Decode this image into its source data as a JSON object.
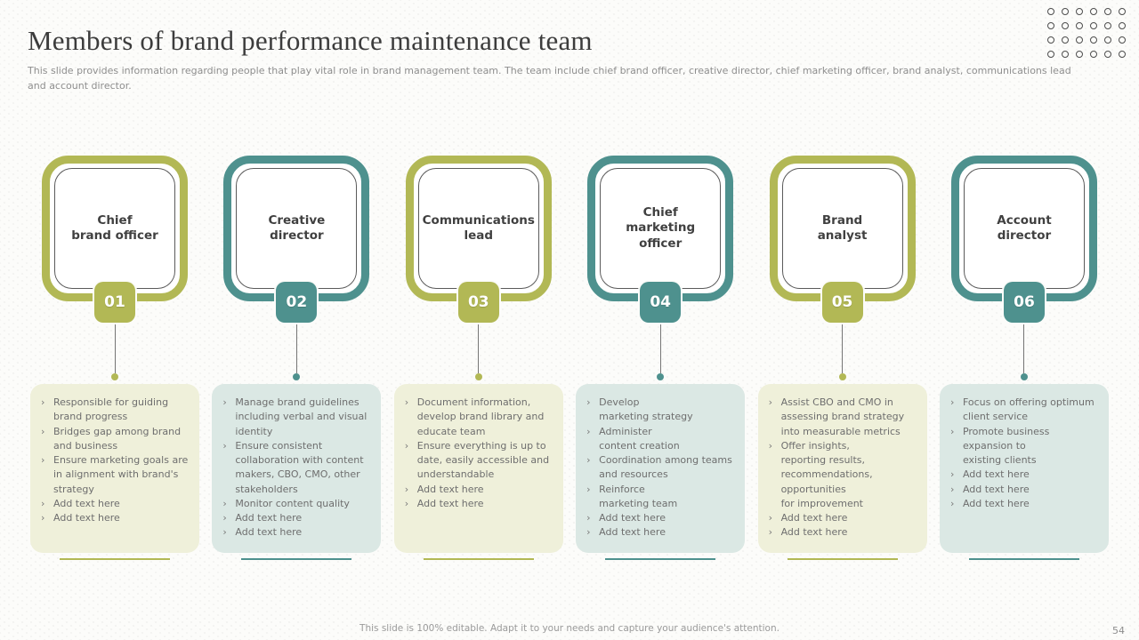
{
  "slide": {
    "title": "Members of brand performance maintenance team",
    "subtitle": "This slide provides information regarding people that play vital role in brand management team. The team include chief brand officer, creative director, chief marketing officer, brand analyst, communications lead and account director.",
    "footer_note": "This slide is 100% editable.  Adapt it to your needs and capture your audience's attention.",
    "page_number": "54",
    "bullet_marker": "›"
  },
  "colors": {
    "olive": "#b2b855",
    "olive_light": "#eff0da",
    "teal": "#4e918e",
    "teal_light": "#dbe8e4"
  },
  "decoration": {
    "dots_rows": 4,
    "dots_cols": 6
  },
  "members": [
    {
      "number": "01",
      "name": "Chief\nbrand officer",
      "theme": "olive",
      "bullets": [
        "Responsible for guiding brand progress",
        "Bridges gap among brand and business",
        "Ensure marketing goals are in alignment with brand's strategy",
        "Add text here",
        "Add text here"
      ]
    },
    {
      "number": "02",
      "name": "Creative\ndirector",
      "theme": "teal",
      "bullets": [
        "Manage brand guidelines including verbal and visual identity",
        "Ensure consistent collaboration with content makers, CBO, CMO, other stakeholders",
        "Monitor content quality",
        "Add text here",
        "Add text here"
      ]
    },
    {
      "number": "03",
      "name": "Communications\nlead",
      "theme": "olive",
      "bullets": [
        "Document information, develop brand library and educate team",
        "Ensure everything is up to date, easily accessible and understandable",
        "Add text here",
        "Add text here"
      ]
    },
    {
      "number": "04",
      "name": "Chief\nmarketing officer",
      "theme": "teal",
      "bullets": [
        "Develop\nmarketing strategy",
        "Administer\ncontent creation",
        "Coordination among teams and resources",
        "Reinforce\nmarketing team",
        "Add text here",
        "Add text here"
      ]
    },
    {
      "number": "05",
      "name": "Brand\nanalyst",
      "theme": "olive",
      "bullets": [
        "Assist CBO and CMO in assessing brand strategy into measurable metrics",
        "Offer insights,\nreporting results,\nrecommendations,\nopportunities\nfor improvement",
        "Add text here",
        "Add text here"
      ]
    },
    {
      "number": "06",
      "name": "Account\ndirector",
      "theme": "teal",
      "bullets": [
        "Focus on offering optimum client service",
        "Promote business expansion to\nexisting clients",
        "Add text here",
        "Add text here",
        "Add text here"
      ]
    }
  ]
}
